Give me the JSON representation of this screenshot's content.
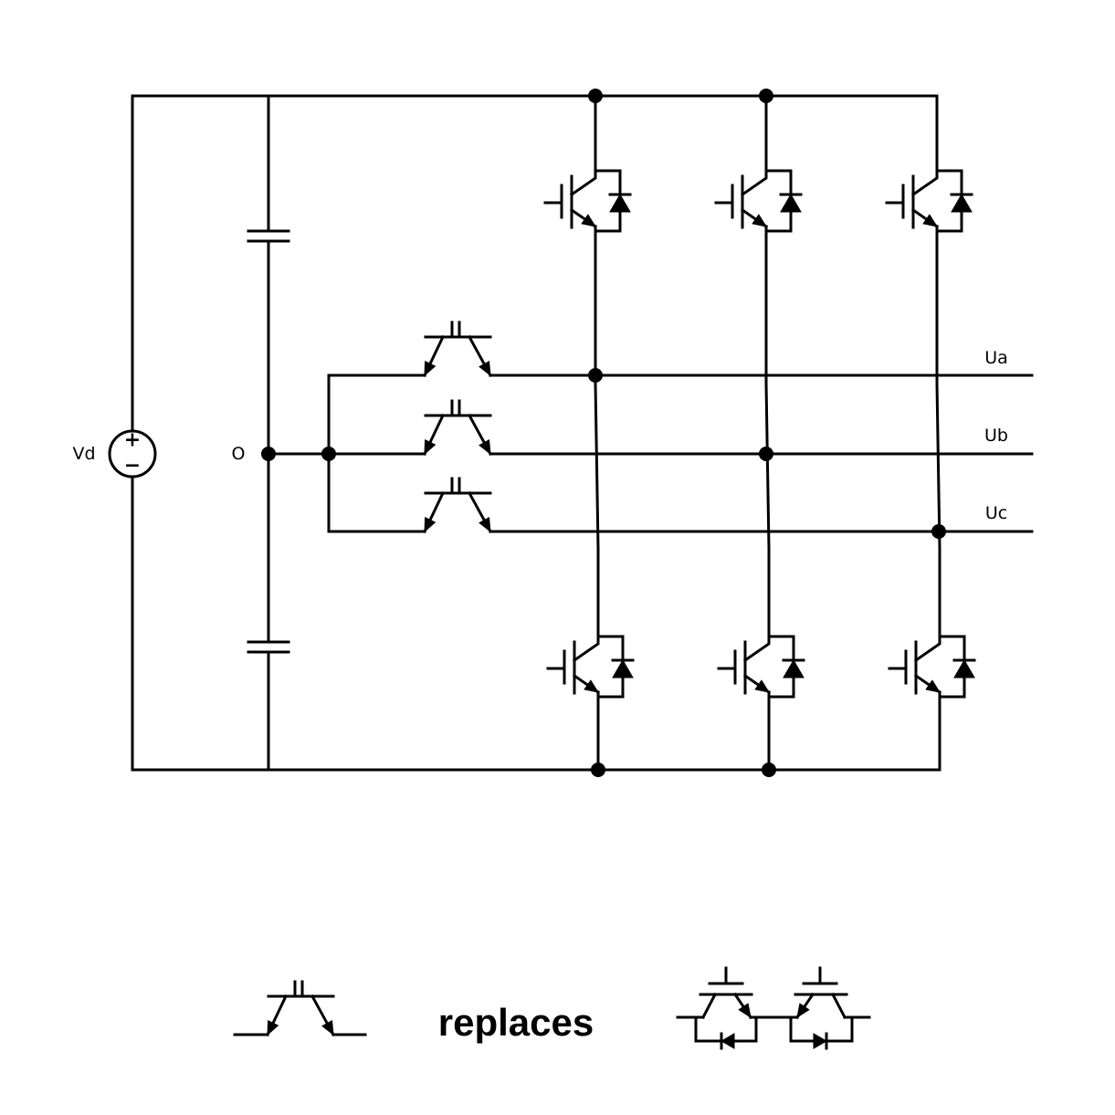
{
  "labels": {
    "source": "Vd",
    "source_plus": "+",
    "source_minus": "−",
    "midpoint": "O",
    "phase_a": "Ua",
    "phase_b": "Ub",
    "phase_c": "Uc"
  },
  "legend": {
    "text": "replaces"
  },
  "colors": {
    "stroke": "#000000",
    "background": "#ffffff"
  }
}
